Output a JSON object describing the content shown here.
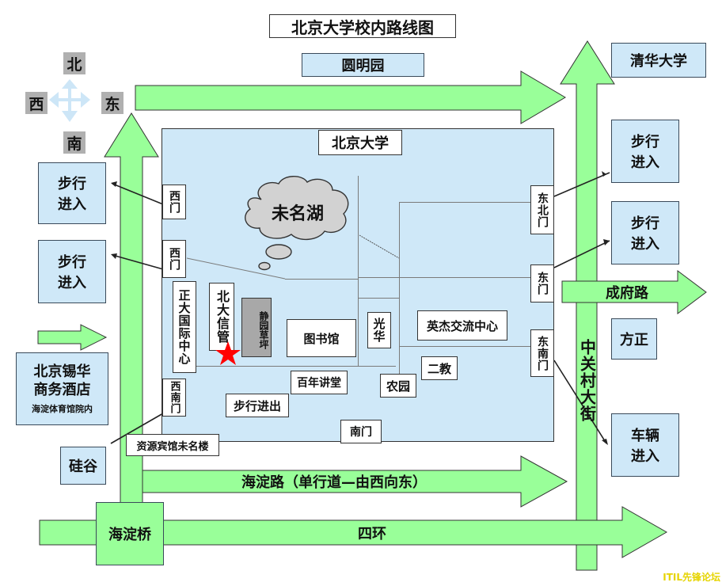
{
  "title": "北京大学校内路线图",
  "compass": {
    "north": "北",
    "south": "南",
    "east": "东",
    "west": "西"
  },
  "top_labels": {
    "yuanmingyuan": "圆明园",
    "tsinghua": "清华大学",
    "pku": "北京大学"
  },
  "side_boxes": {
    "walk_left_1": "步行\n进入",
    "walk_left_2": "步行\n进入",
    "walk_right_1": "步行\n进入",
    "walk_right_2": "步行\n进入",
    "hotel_name": "北京锡华\n商务酒店",
    "hotel_note": "海淀体育馆院内",
    "guigu": "硅谷",
    "fangzheng": "方正",
    "vehicle": "车辆\n进入"
  },
  "roads": {
    "chengfu": "成府路",
    "zhongguancun": "中关村大街",
    "haidian_road": "海淀路（单行道—由西向东）",
    "sihuan": "四环",
    "haidian_bridge": "海淀桥"
  },
  "gates": {
    "west_gate_1": "西门",
    "west_gate_2": "西门",
    "southwest_gate": "西南门",
    "northeast_gate": "东北门",
    "east_gate": "东门",
    "southeast_gate": "东南门",
    "south_gate": "南门"
  },
  "places": {
    "lake": "未名湖",
    "zhengda": "正大国际中心",
    "pku_info": "北大信管",
    "jingyuan": "静园草坪",
    "library": "图书馆",
    "guanghua": "光华",
    "yingjie": "英杰交流中心",
    "erjiao": "二教",
    "hall": "百年讲堂",
    "nongyuan": "农园",
    "walk_in_out": "步行进出",
    "ziyuan": "资源宾馆未名楼"
  },
  "watermark": "ITIL先锋论坛",
  "colors": {
    "arrow_fill": "#99ff99",
    "campus": "#cfe8f8",
    "star": "#ff0000",
    "compass_arrow": "#cde6f7"
  }
}
